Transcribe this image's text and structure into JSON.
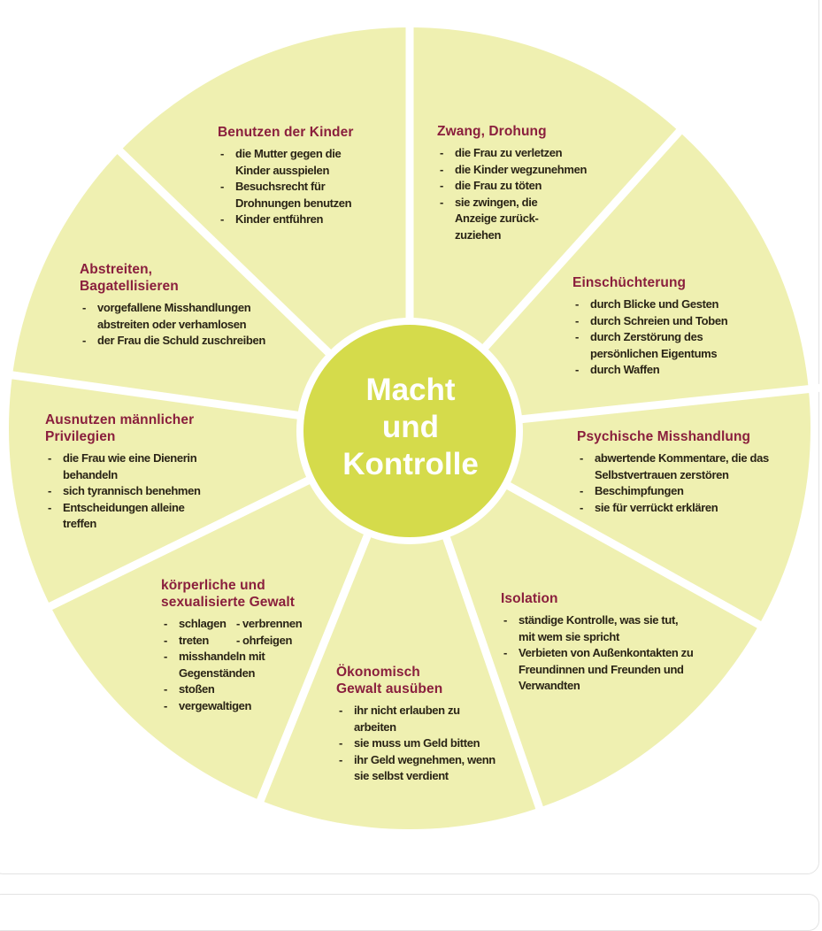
{
  "center": {
    "lines": [
      "Macht",
      "und",
      "Kontrolle"
    ]
  },
  "colors": {
    "sector": "#eff0b1",
    "center": "#d5db4b",
    "title": "#8a1f3d",
    "separator": "#ffffff"
  },
  "sectors": [
    {
      "title": "Benutzen der Kinder",
      "items": [
        "die Mutter gegen die Kinder ausspielen",
        "Besuchsrecht für Drohnungen benutzen",
        "Kinder entführen"
      ]
    },
    {
      "title": "Zwang, Drohung",
      "items": [
        "die Frau zu verletzen",
        "die Kinder wegzunehmen",
        "die Frau zu töten",
        "sie zwingen, die Anzeige zurück-zuziehen"
      ]
    },
    {
      "title": "Einschüchterung",
      "items": [
        "durch Blicke und Gesten",
        "durch Schreien und Toben",
        "durch Zerstörung des persönlichen Eigentums",
        "durch Waffen"
      ]
    },
    {
      "title": "Psychische Misshandlung",
      "items": [
        "abwertende Kommentare, die das Selbstvertrauen zerstören",
        "Beschimpfungen",
        "sie für verrückt erklären"
      ]
    },
    {
      "title": "Isolation",
      "items": [
        "ständige Kontrolle, was sie tut, mit wem sie spricht",
        "Verbieten von Außenkontakten zu Freundinnen und Freunden und Verwandten"
      ]
    },
    {
      "title": "Ökonomisch Gewalt ausüben",
      "items": [
        "ihr nicht erlauben zu arbeiten",
        "sie muss um Geld bitten",
        "ihr Geld wegnehmen, wenn sie selbst verdient"
      ]
    },
    {
      "title": "körperliche und sexualisierte Gewalt",
      "items": [
        "schlagen",
        "verbrennen",
        "treten",
        "ohrfeigen",
        "misshandeln mit Gegenständen",
        "stoßen",
        "vergewaltigen"
      ]
    },
    {
      "title": "Ausnutzen männlicher Privilegien",
      "items": [
        "die Frau wie eine Dienerin behandeln",
        "sich tyrannisch benehmen",
        "Entscheidungen alleine treffen"
      ]
    },
    {
      "title": "Abstreiten, Bagatellisieren",
      "items": [
        "vorgefallene Misshandlungen abstreiten oder verhamlosen",
        "der Frau die Schuld zuschreiben"
      ]
    }
  ]
}
